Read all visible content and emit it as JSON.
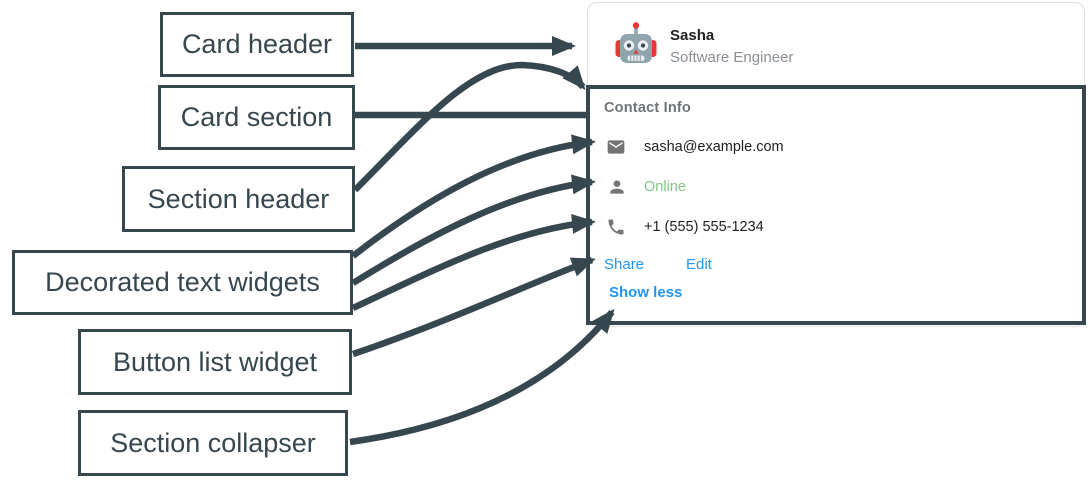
{
  "colors": {
    "accent_dark": "#37474F",
    "link_blue": "#2196F3",
    "status_green": "#81C784",
    "muted_gray": "#757575",
    "card_border": "#E0E0E0"
  },
  "labels": [
    "Card header",
    "Card section",
    "Section header",
    "Decorated text widgets",
    "Button list widget",
    "Section collapser"
  ],
  "card": {
    "name": "Sasha",
    "role": "Software Engineer",
    "avatar_icon": "robot-icon",
    "section": {
      "title": "Contact Info",
      "rows": [
        {
          "icon": "email-icon",
          "text": "sasha@example.com"
        },
        {
          "icon": "person-icon",
          "text": "Online"
        },
        {
          "icon": "phone-icon",
          "text": "+1 (555) 555-1234"
        }
      ],
      "actions": [
        "Share",
        "Edit"
      ],
      "collapse_label": "Show less"
    }
  }
}
